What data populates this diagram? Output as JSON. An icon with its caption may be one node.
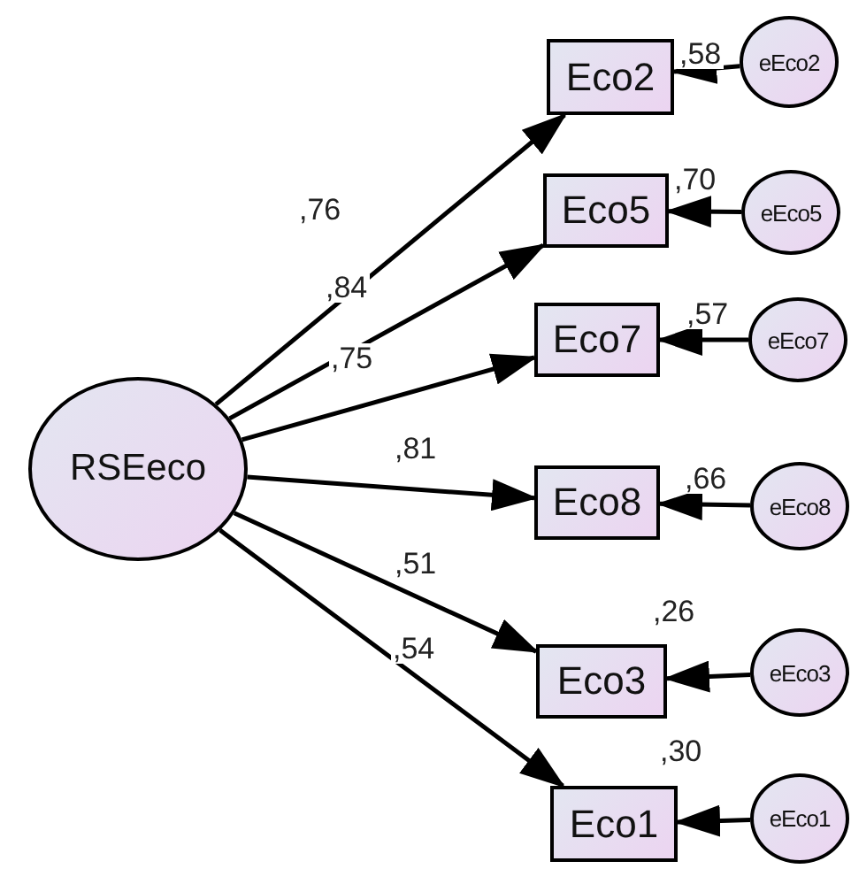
{
  "diagram": {
    "nodes": [
      {
        "text": [
          "RSEeco"
        ]
      },
      {
        "text": [
          "Eco2"
        ],
        "beside": [
          ",58"
        ]
      },
      {
        "text": [
          "Eco5"
        ],
        "beside": [
          ",70"
        ]
      },
      {
        "text": [
          "Eco7"
        ],
        "beside": [
          ",57"
        ]
      },
      {
        "text": [
          "Eco8"
        ],
        "beside": [
          ",66"
        ]
      },
      {
        "text": [
          "Eco3"
        ],
        "beside": [
          ",26"
        ]
      },
      {
        "text": [
          "Eco1"
        ],
        "beside": [
          ",30"
        ]
      },
      {
        "text": [
          "eEco2"
        ]
      },
      {
        "text": [
          "eEco5"
        ]
      },
      {
        "text": [
          "eEco7"
        ]
      },
      {
        "text": [
          "eEco8"
        ]
      },
      {
        "text": [
          "eEco3"
        ]
      },
      {
        "text": [
          "eEco1"
        ]
      }
    ],
    "edges": [
      {
        "from": 0,
        "to": 1,
        "arrow": "to",
        "label": ",76"
      },
      {
        "from": 0,
        "to": 2,
        "arrow": "to",
        "label": ",84"
      },
      {
        "from": 0,
        "to": 3,
        "arrow": "to",
        "label": ",75"
      },
      {
        "from": 0,
        "to": 4,
        "arrow": "to",
        "label": ",81"
      },
      {
        "from": 0,
        "to": 5,
        "arrow": "to",
        "label": ",51"
      },
      {
        "from": 0,
        "to": 6,
        "arrow": "to",
        "label": ",54"
      },
      {
        "from": 7,
        "to": 1,
        "arrow": "to"
      },
      {
        "from": 8,
        "to": 2,
        "arrow": "to"
      },
      {
        "from": 9,
        "to": 3,
        "arrow": "to"
      },
      {
        "from": 10,
        "to": 4,
        "arrow": "to"
      },
      {
        "from": 11,
        "to": 5,
        "arrow": "to"
      },
      {
        "from": 12,
        "to": 6,
        "arrow": "to"
      }
    ]
  }
}
